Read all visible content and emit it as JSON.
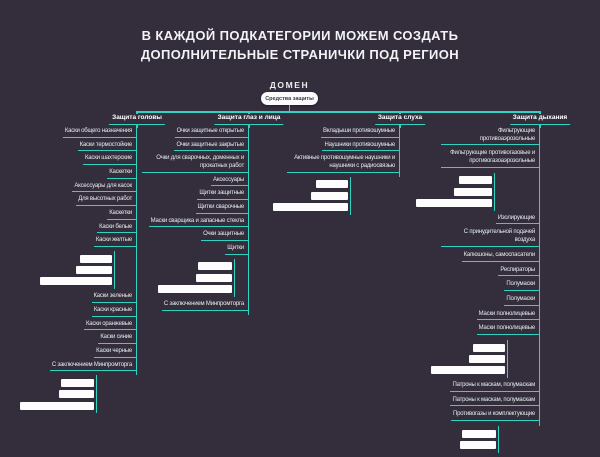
{
  "title": {
    "line1": "В КАЖДОЙ ПОДКАТЕГОРИИ МОЖЕМ СОЗДАТЬ",
    "line2": "ДОПОЛНИТЕЛЬНЫЕ СТРАНИЧКИ ПОД РЕГИОН"
  },
  "domain_label": "ДОМЕН",
  "root": {
    "label": "Средства защиты"
  },
  "colors": {
    "background": "#332d3c",
    "accent": "#2ed3c1",
    "placeholder_bar": "#fdfdfd"
  },
  "branches": [
    {
      "label": "Защита головы",
      "nodes": [
        {
          "type": "page",
          "label": "Каски общего назначения"
        },
        {
          "type": "page",
          "label": "Каски термостойкие"
        },
        {
          "type": "page",
          "label": "Каски шахтерские"
        },
        {
          "type": "page",
          "label": "Каскетки"
        },
        {
          "type": "page",
          "label": "Аксессуары для касок"
        },
        {
          "type": "page",
          "label": "Для высотных работ"
        },
        {
          "type": "page",
          "label": "Каскетки"
        },
        {
          "type": "page",
          "label": "Каски белые"
        },
        {
          "type": "page",
          "label": "Каски желтые"
        },
        {
          "type": "images",
          "widths": [
            32,
            36,
            72
          ],
          "indent": 21,
          "tail": false
        },
        {
          "type": "page",
          "label": "Каски зеленые"
        },
        {
          "type": "page",
          "label": "Каски красные"
        },
        {
          "type": "page",
          "label": "Каски оранжевые"
        },
        {
          "type": "page",
          "label": "Каски синие"
        },
        {
          "type": "page",
          "label": "Каски черные"
        },
        {
          "type": "page",
          "label": "С заключением Минпромторга"
        },
        {
          "type": "images",
          "widths": [
            33,
            35,
            74
          ],
          "indent": 40,
          "tail": true
        }
      ]
    },
    {
      "label": "Защита глаз и лица",
      "nodes": [
        {
          "type": "page",
          "label": "Очки защитные открытые"
        },
        {
          "type": "page",
          "label": "Очки защитные закрытые"
        },
        {
          "type": "page",
          "label": "Очки для сварочных, доменных и прокатных работ"
        },
        {
          "type": "page",
          "label": "Аксессуары"
        },
        {
          "type": "page",
          "label": "Щитки защитные"
        },
        {
          "type": "page",
          "label": "Щитки сварочные"
        },
        {
          "type": "page",
          "label": "Маски сварщика и запасные стекла"
        },
        {
          "type": "page",
          "label": "Очки защитные"
        },
        {
          "type": "page",
          "label": "Щитки"
        },
        {
          "type": "images",
          "widths": [
            34,
            36,
            74
          ],
          "indent": 13,
          "tail": false
        },
        {
          "type": "page",
          "label": "С заключением Минпромторга"
        }
      ]
    },
    {
      "label": "Защита слуха",
      "nodes": [
        {
          "type": "page",
          "label": "Вкладыши противошумные"
        },
        {
          "type": "page",
          "label": "Наушники противошумные"
        },
        {
          "type": "page",
          "label": "Активные противошумные наушники и наушники с радиосвязью"
        },
        {
          "type": "images",
          "widths": [
            32,
            37,
            75
          ],
          "indent": 49,
          "tail": true
        }
      ]
    },
    {
      "label": "Защита дыхания",
      "nodes": [
        {
          "type": "page",
          "label": "Фильтрующие противоаэрозольные"
        },
        {
          "type": "page",
          "label": "Фильтрующие противогазовые и противогазоаэрозольные"
        },
        {
          "type": "images",
          "widths": [
            33,
            38,
            76
          ],
          "indent": 44,
          "tail": false
        },
        {
          "type": "page",
          "label": "Изолирующие"
        },
        {
          "type": "page",
          "label": "С принудительной подачей воздуха"
        },
        {
          "type": "page",
          "label": "Капюшоны, самоспасатели"
        },
        {
          "type": "page",
          "label": "Респираторы"
        },
        {
          "type": "page",
          "label": "Полумаски"
        },
        {
          "type": "page",
          "label": "Полумаски"
        },
        {
          "type": "page",
          "label": "Маски полнолицевые"
        },
        {
          "type": "page",
          "label": "Маски полнолицевые"
        },
        {
          "type": "images",
          "widths": [
            32,
            36,
            74
          ],
          "indent": 31,
          "tail": false
        },
        {
          "type": "page",
          "label": "Патроны к маскам, полумаскам"
        },
        {
          "type": "page",
          "label": "Патроны к маскам, полумаскам"
        },
        {
          "type": "page",
          "label": "Противогазы и комплектующие"
        },
        {
          "type": "images",
          "widths": [
            34,
            36
          ],
          "indent": 41,
          "tail": true
        }
      ]
    }
  ]
}
